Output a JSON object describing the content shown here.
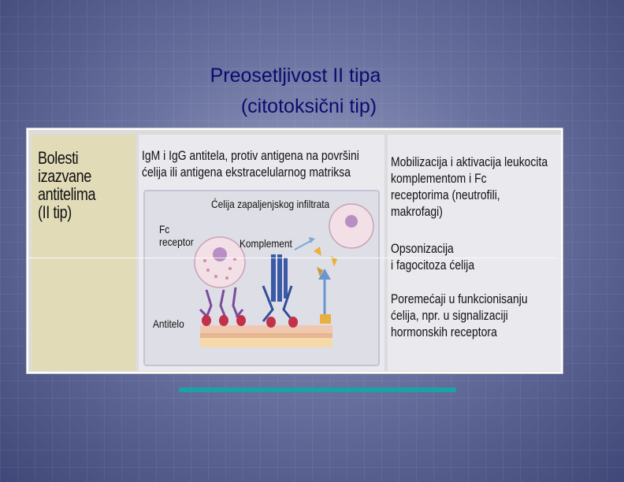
{
  "slide": {
    "title_line1": "Preosetljivost II tipa",
    "title_line2": "(citotoksični tip)"
  },
  "table": {
    "col1": "Bolesti\nizazvane\nantitelima\n(II tip)",
    "col2_header": "IgM i IgG antitela, protiv antigena na površini\nćelija ili antigena ekstracelularnog matriksa",
    "col3_item1": "Mobilizacija i aktivacija leukocita\nkomplementom i Fc\nreceptorima (neutrofili,\nmakrofagi)",
    "col3_item2": "Opsonizacija\ni fagocitoza ćelija",
    "col3_item3": "Poremećaji u funkcionisanju\nćelija, npr. u signalizaciji\nhormonskih receptora"
  },
  "illustration": {
    "label_infiltrate": "Ćelija zapaljenjskog infiltrata",
    "label_fc": "Fc\nreceptor",
    "label_complement": "Komplement",
    "label_antibody": "Antitelo"
  },
  "colors": {
    "title": "#0b0b6e",
    "accent_bar": "#1aa3a6",
    "col1_bg": "#e2dbb8"
  }
}
